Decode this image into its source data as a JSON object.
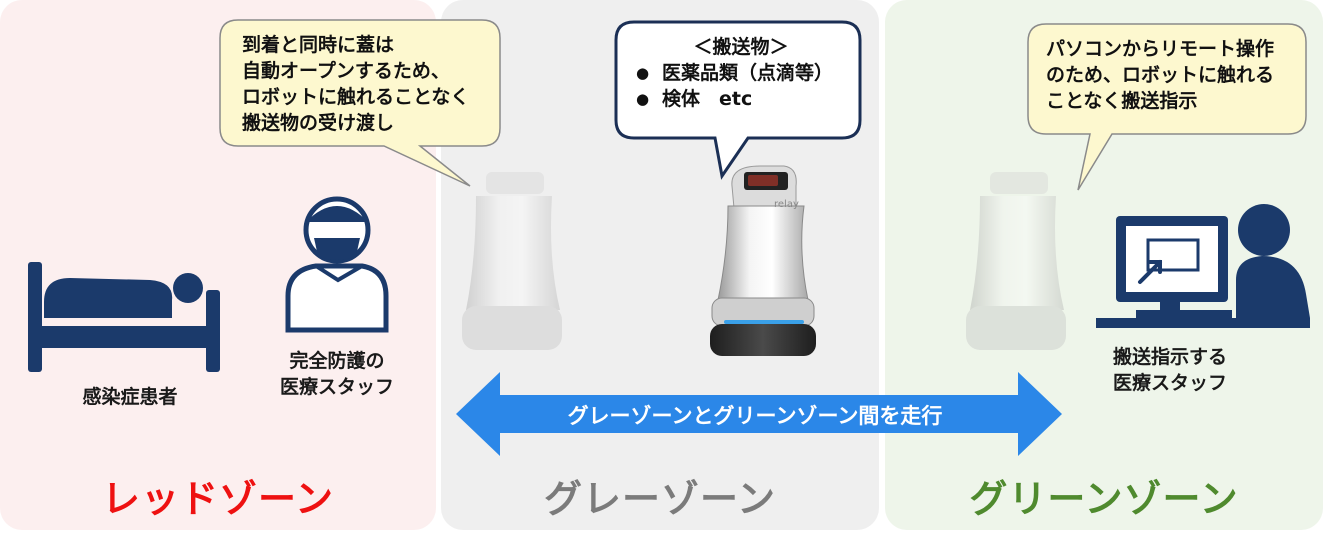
{
  "zones": {
    "red": {
      "title": "レッドゾーン",
      "color": "#ee1111"
    },
    "gray": {
      "title": "グレーゾーン",
      "color": "#7b7b7b"
    },
    "green": {
      "title": "グリーンゾーン",
      "color": "#4f8a2e"
    }
  },
  "bubbles": {
    "auto_lid": {
      "lines": [
        "到着と同時に蓋は",
        "自動オープンするため、",
        "ロボットに触れることなく",
        "搬送物の受け渡し"
      ]
    },
    "cargo": {
      "heading": "＜搬送物＞",
      "items": [
        "医薬品類（点滴等）",
        "検体　etc"
      ]
    },
    "remote": {
      "lines": [
        "パソコンからリモート操作",
        "のため、ロボットに触れる",
        "ことなく搬送指示"
      ]
    }
  },
  "labels": {
    "patient": "感染症患者",
    "protected_staff": [
      "完全防護の",
      "医療スタッフ"
    ],
    "operator_staff": [
      "搬送指示する",
      "医療スタッフ"
    ]
  },
  "arrow": {
    "text": "グレーゾーンとグリーンゾーン間を走行",
    "color": "#2b87e8"
  },
  "robot": {
    "brand": "relay"
  },
  "colors": {
    "icon_navy": "#1b3a6b",
    "bubble_fill": "#fdf8cf"
  }
}
